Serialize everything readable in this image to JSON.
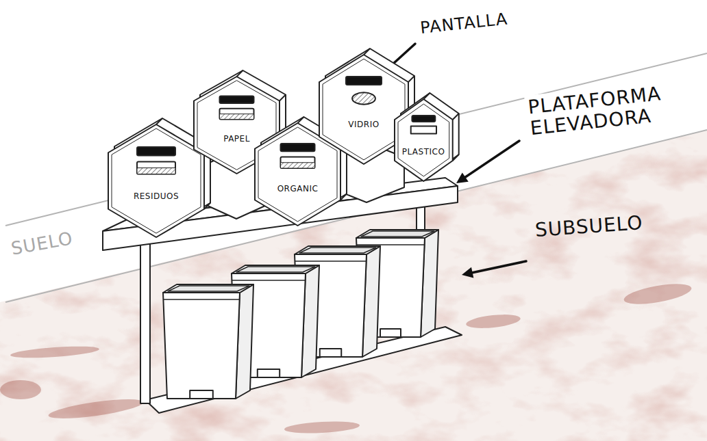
{
  "diagram": {
    "nodes": [
      {
        "text": [
          "RESIDUOS"
        ]
      },
      {
        "text": [
          "PAPEL"
        ]
      },
      {
        "text": [
          "ORGANIC"
        ]
      },
      {
        "text": [
          "VIDRIO"
        ]
      },
      {
        "text": [
          "PLASTICO"
        ]
      }
    ],
    "labels": [
      "PANTALLA",
      "PLATAFORMA ELEVADORA",
      "SUELO",
      "SUBSUELO"
    ]
  }
}
